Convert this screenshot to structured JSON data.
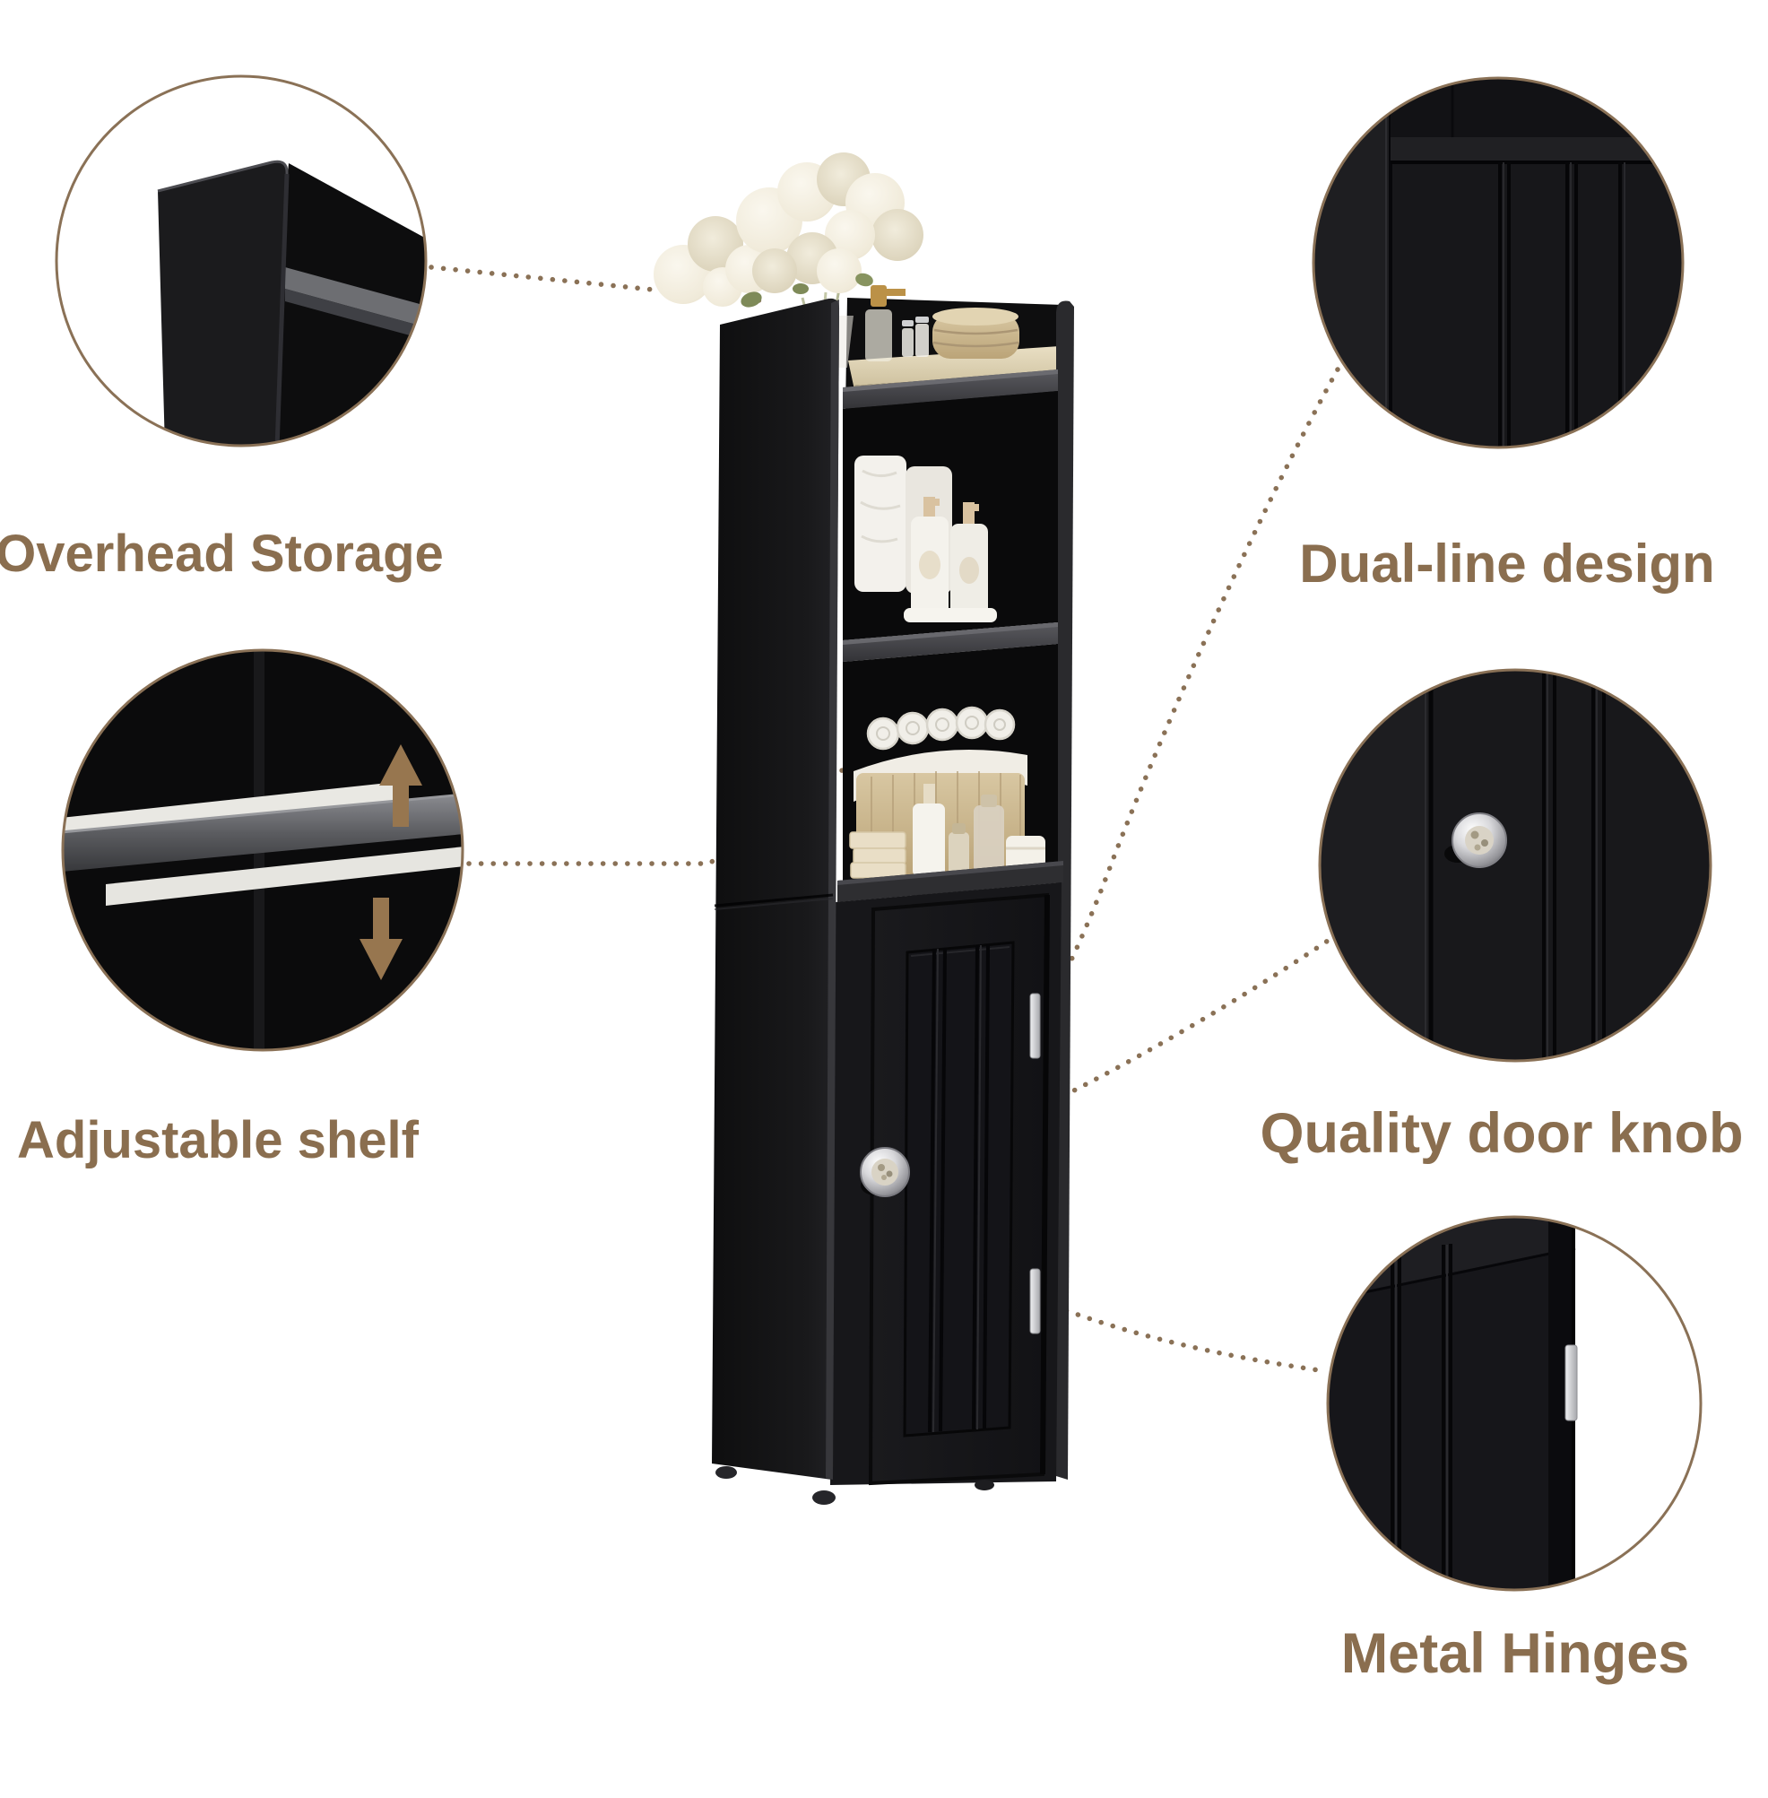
{
  "page": {
    "type": "product-feature-diagram",
    "background_color": "#ffffff"
  },
  "colors": {
    "label_text": "#8a6e4f",
    "circle_border": "#8a7156",
    "connector_dots": "#8a7156",
    "arrow": "#97764f",
    "cabinet_black": "#17171a",
    "shelf_gray": "#4a4a4e",
    "hinge_silver": "#c9cacd"
  },
  "callouts": [
    {
      "id": "overhead-storage",
      "label": "Overhead Storage",
      "position": "top-left"
    },
    {
      "id": "adjustable-shelf",
      "label": "Adjustable shelf",
      "position": "middle-left"
    },
    {
      "id": "dual-line-design",
      "label": "Dual-line design",
      "position": "top-right"
    },
    {
      "id": "quality-door-knob",
      "label": "Quality door knob",
      "position": "middle-right"
    },
    {
      "id": "metal-hinges",
      "label": "Metal Hinges",
      "position": "bottom-right"
    }
  ],
  "icons": {
    "up_arrow": "up-arrow-icon",
    "down_arrow": "down-arrow-icon"
  }
}
